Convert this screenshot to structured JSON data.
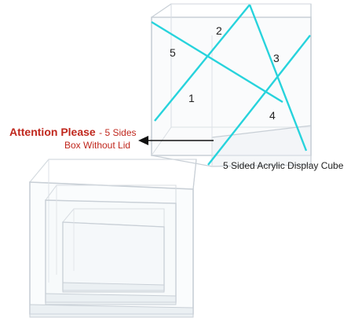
{
  "notice": {
    "highlight": "Attention Please",
    "dash_text": "- 5 Sides",
    "second_line": "Box Without Lid"
  },
  "caption": "5 Sided Acrylic Display Cube",
  "side_numbers": [
    "1",
    "2",
    "3",
    "4",
    "5"
  ],
  "colors": {
    "notice_red": "#c0281e",
    "edge_highlight": "#27d3dc",
    "acrylic_edge": "#c8cfd6",
    "arrow": "#111111"
  }
}
